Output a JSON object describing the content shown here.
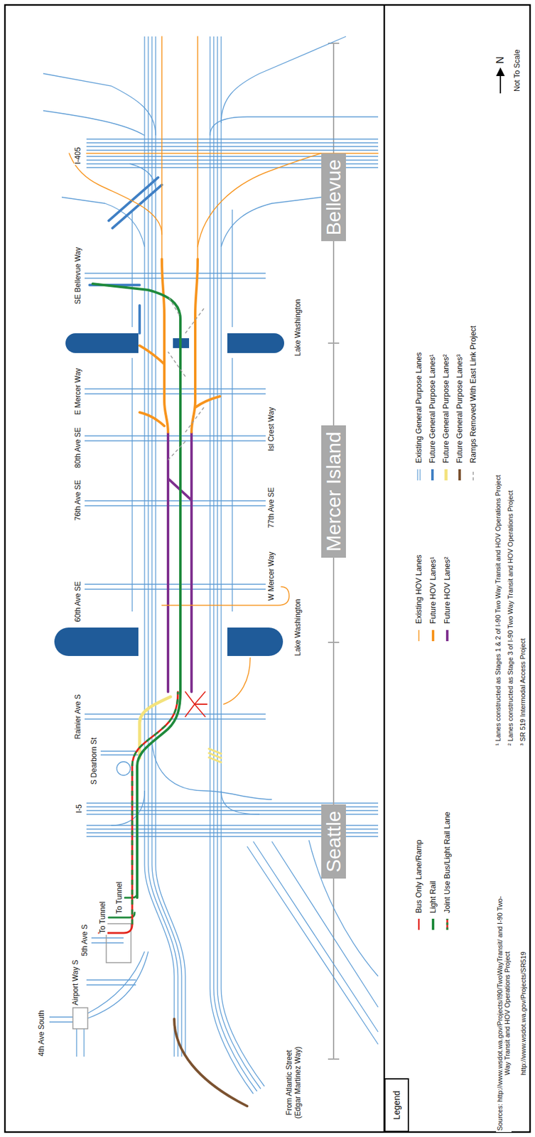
{
  "diagram": {
    "nodes": [
      {
        "text": [
          "Seattle"
        ]
      },
      {
        "text": [
          "Mercer Island"
        ]
      },
      {
        "text": [
          "Bellevue"
        ]
      },
      {
        "text": [
          "Legend"
        ]
      }
    ],
    "edges": [
      {
        "from": 0,
        "to": 1,
        "arrow": "none"
      },
      {
        "from": 1,
        "to": 2,
        "arrow": "none"
      }
    ],
    "labels": [
      "4th Ave South",
      "Airport Way S",
      "5th Ave S",
      "To Tunnel",
      "To Tunnel",
      "I-5",
      "S Dearborn St",
      "Rainier Ave S",
      "60th Ave SE",
      "76th Ave SE",
      "80th Ave SE",
      "E Mercer Way",
      "SE Bellevue Way",
      "I-405",
      "From Atlantic Street (Edgar Martinez Way)",
      "W Mercer Way",
      "77th Ave SE",
      "Isl Crest Way",
      "Lake Washington",
      "Lake Washington",
      "N",
      "Not To Scale",
      "¹ Lanes constructed as Stages 1 & 2 of I-90 Two Way Transit and HOV Operations Project",
      "² Lanes constructed as Stage 3 of I-90 Two Way Transit and HOV Operations Project",
      "³ SR 519 Intermodal Access Project",
      "Sources: http://www.wsdot.wa.gov/Projects/I90/TwoWayTransit/ and I-90 Two-Way Transit and HOV Operations Project",
      "http://www.wsdot.wa.gov/Projects/SR519"
    ],
    "legend": [
      {
        "text": "Bus Only Lane/Ramp"
      },
      {
        "text": "Light Rail"
      },
      {
        "text": "Joint Use Bus/Light Rail Lane"
      },
      {
        "text": "Existing HOV Lanes"
      },
      {
        "text": "Future HOV Lanes¹"
      },
      {
        "text": "Future HOV Lanes²"
      },
      {
        "text": "Existing General Purpose Lanes"
      },
      {
        "text": "Future General Purpose Lanes¹"
      },
      {
        "text": "Future General Purpose Lanes²"
      },
      {
        "text": "Future General Purpose Lanes³"
      },
      {
        "text": "Ramps Removed With East Link Project"
      }
    ]
  }
}
